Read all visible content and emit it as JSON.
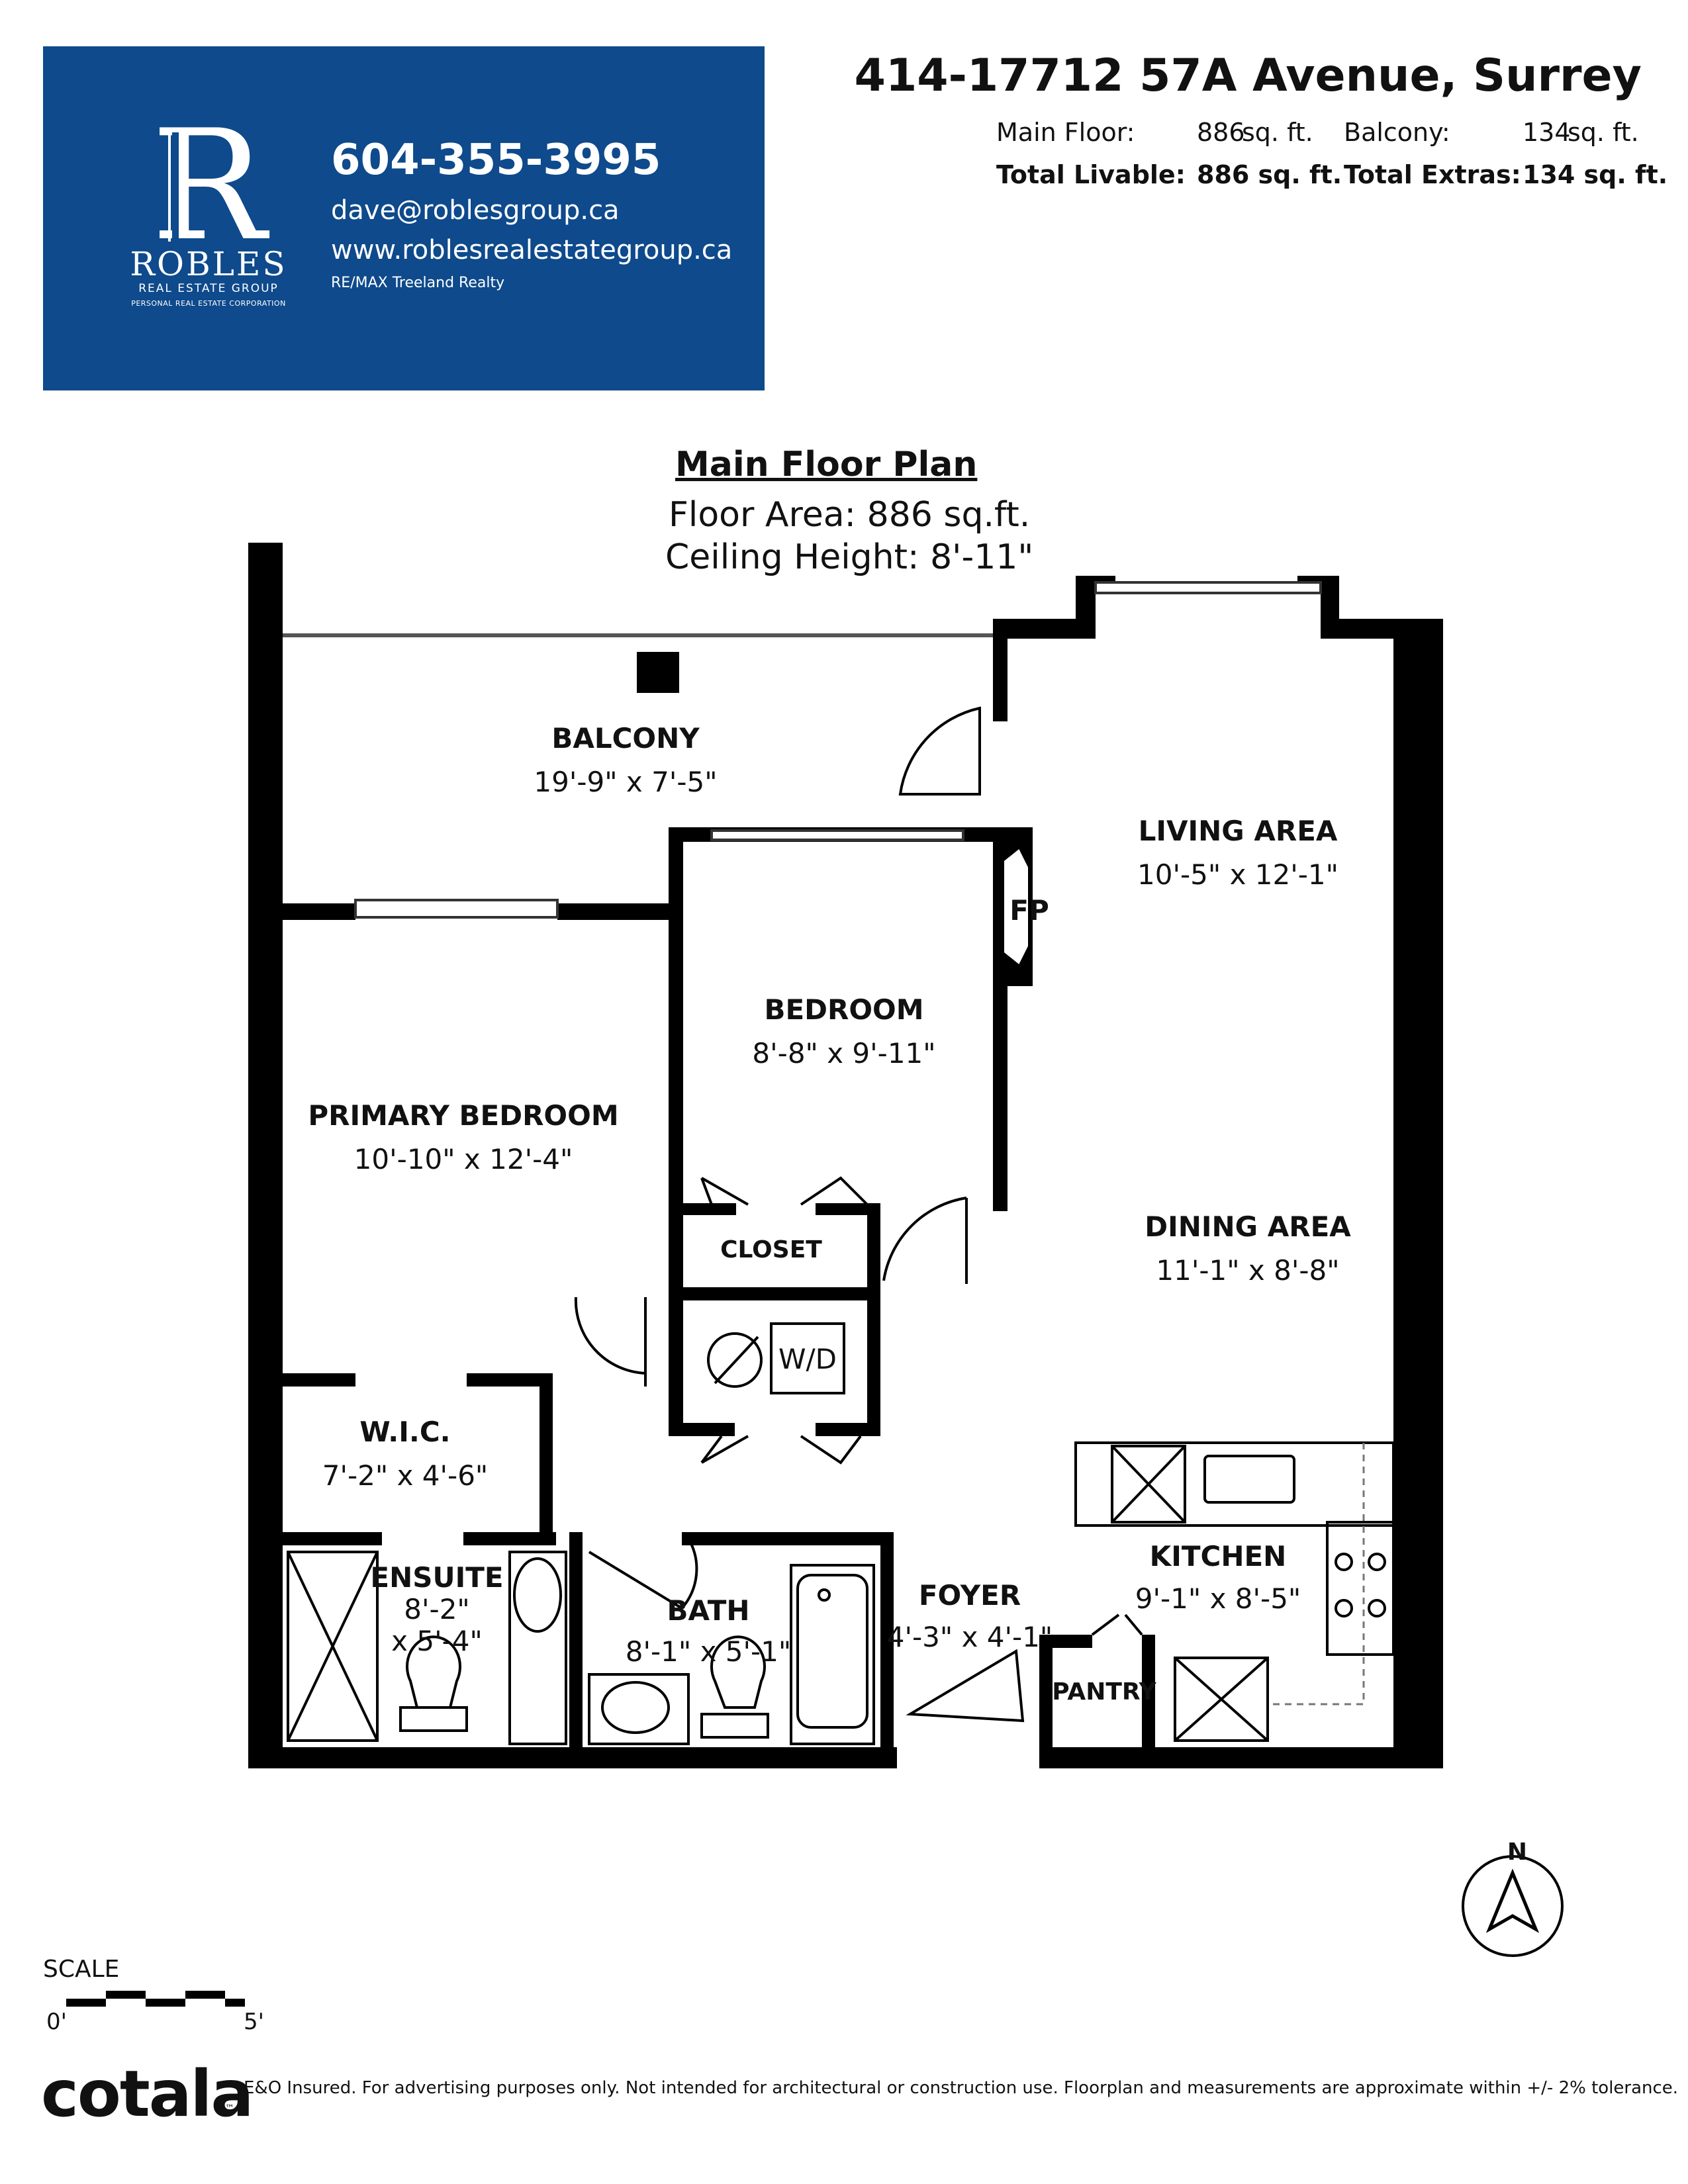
{
  "brand": {
    "logo_letter": "R",
    "logo_name": "ROBLES",
    "logo_sub": "REAL ESTATE GROUP",
    "logo_sub2": "PERSONAL REAL ESTATE CORPORATION",
    "phone": "604-355-3995",
    "email": "dave@roblesgroup.ca",
    "website": "www.roblesrealestategroup.ca",
    "brokerage": "RE/MAX Treeland Realty",
    "color": "#0e4a8c"
  },
  "listing": {
    "address": "414-17712 57A Avenue, Surrey",
    "main_floor_label": "Main Floor:",
    "main_floor_value": "886",
    "main_floor_unit": "sq. ft.",
    "balcony_label": "Balcony:",
    "balcony_value": "134",
    "balcony_unit": "sq. ft.",
    "total_livable_label": "Total Livable:",
    "total_livable_value": "886 sq. ft.",
    "total_extras_label": "Total Extras:",
    "total_extras_value": "134 sq. ft."
  },
  "plan": {
    "title": "Main Floor Plan",
    "floor_area": "Floor Area: 886 sq.ft.",
    "ceiling_height": "Ceiling Height: 8'-11\""
  },
  "rooms": {
    "balcony": {
      "name": "BALCONY",
      "dims": "19'-9\" x 7'-5\""
    },
    "living": {
      "name": "LIVING AREA",
      "dims": "10'-5\" x 12'-1\""
    },
    "fireplace": {
      "name": "FP"
    },
    "bedroom": {
      "name": "BEDROOM",
      "dims": "8'-8\" x 9'-11\""
    },
    "primary": {
      "name": "PRIMARY BEDROOM",
      "dims": "10'-10\" x 12'-4\""
    },
    "closet": {
      "name": "CLOSET"
    },
    "laundry": {
      "name": "W/D"
    },
    "dining": {
      "name": "DINING AREA",
      "dims": "11'-1\" x 8'-8\""
    },
    "wic": {
      "name": "W.I.C.",
      "dims": "7'-2\" x 4'-6\""
    },
    "ensuite": {
      "name": "ENSUITE",
      "dims_1": "8'-2\"",
      "dims_2": "x 5'-4\""
    },
    "bath": {
      "name": "BATH",
      "dims": "8'-1\" x 5'-1\""
    },
    "foyer": {
      "name": "FOYER",
      "dims": "4'-3\" x 4'-1\""
    },
    "kitchen": {
      "name": "KITCHEN",
      "dims": "9'-1\" x 8'-5\""
    },
    "pantry": {
      "name": "PANTRY"
    }
  },
  "compass": {
    "label": "N"
  },
  "scale": {
    "label": "SCALE",
    "start": "0'",
    "end": "5'"
  },
  "footer": {
    "logo": "cotala",
    "logo_tm": "™",
    "disclaimer": "E&O Insured. For advertising purposes only. Not intended for architectural or construction use. Floorplan and measurements are approximate within +/- 2% tolerance."
  }
}
